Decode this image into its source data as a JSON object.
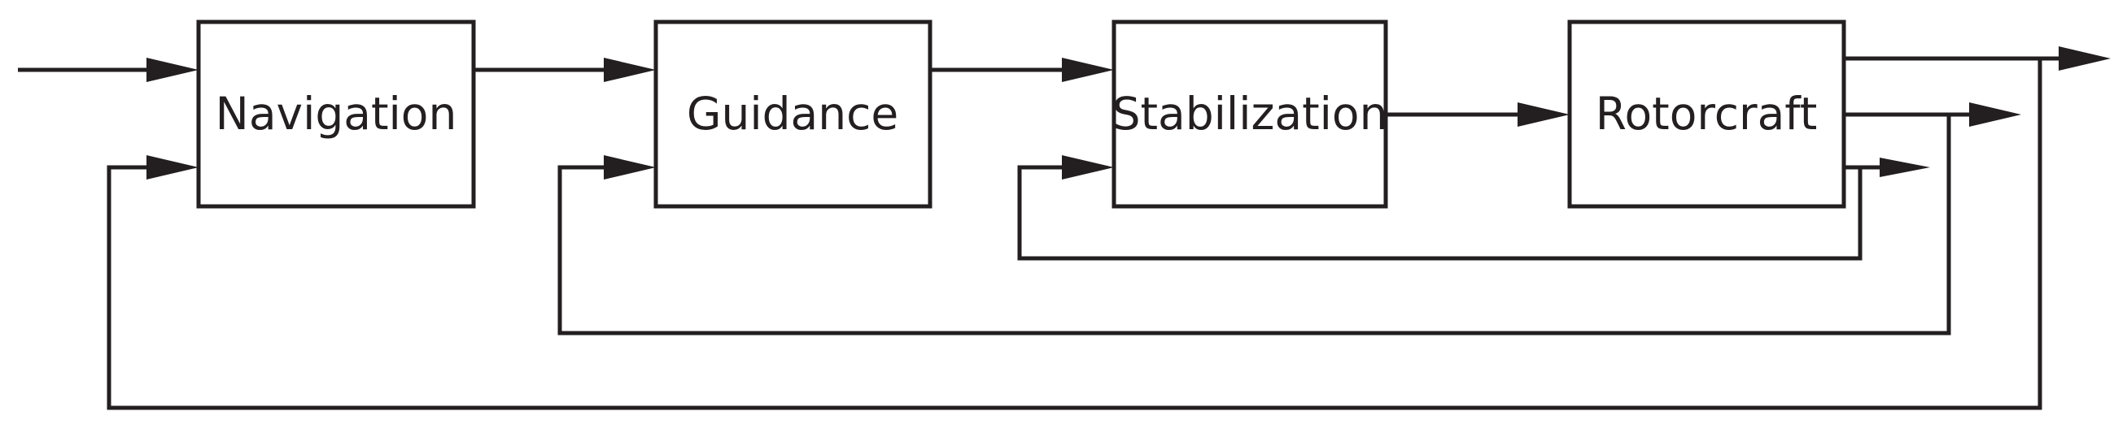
{
  "blocks": [
    {
      "id": "navigation",
      "label": "Navigation"
    },
    {
      "id": "guidance",
      "label": "Guidance"
    },
    {
      "id": "stabilization",
      "label": "Stabilization"
    },
    {
      "id": "rotorcraft",
      "label": "Rotorcraft"
    }
  ],
  "colors": {
    "stroke": "#231f20",
    "background": "#ffffff"
  }
}
